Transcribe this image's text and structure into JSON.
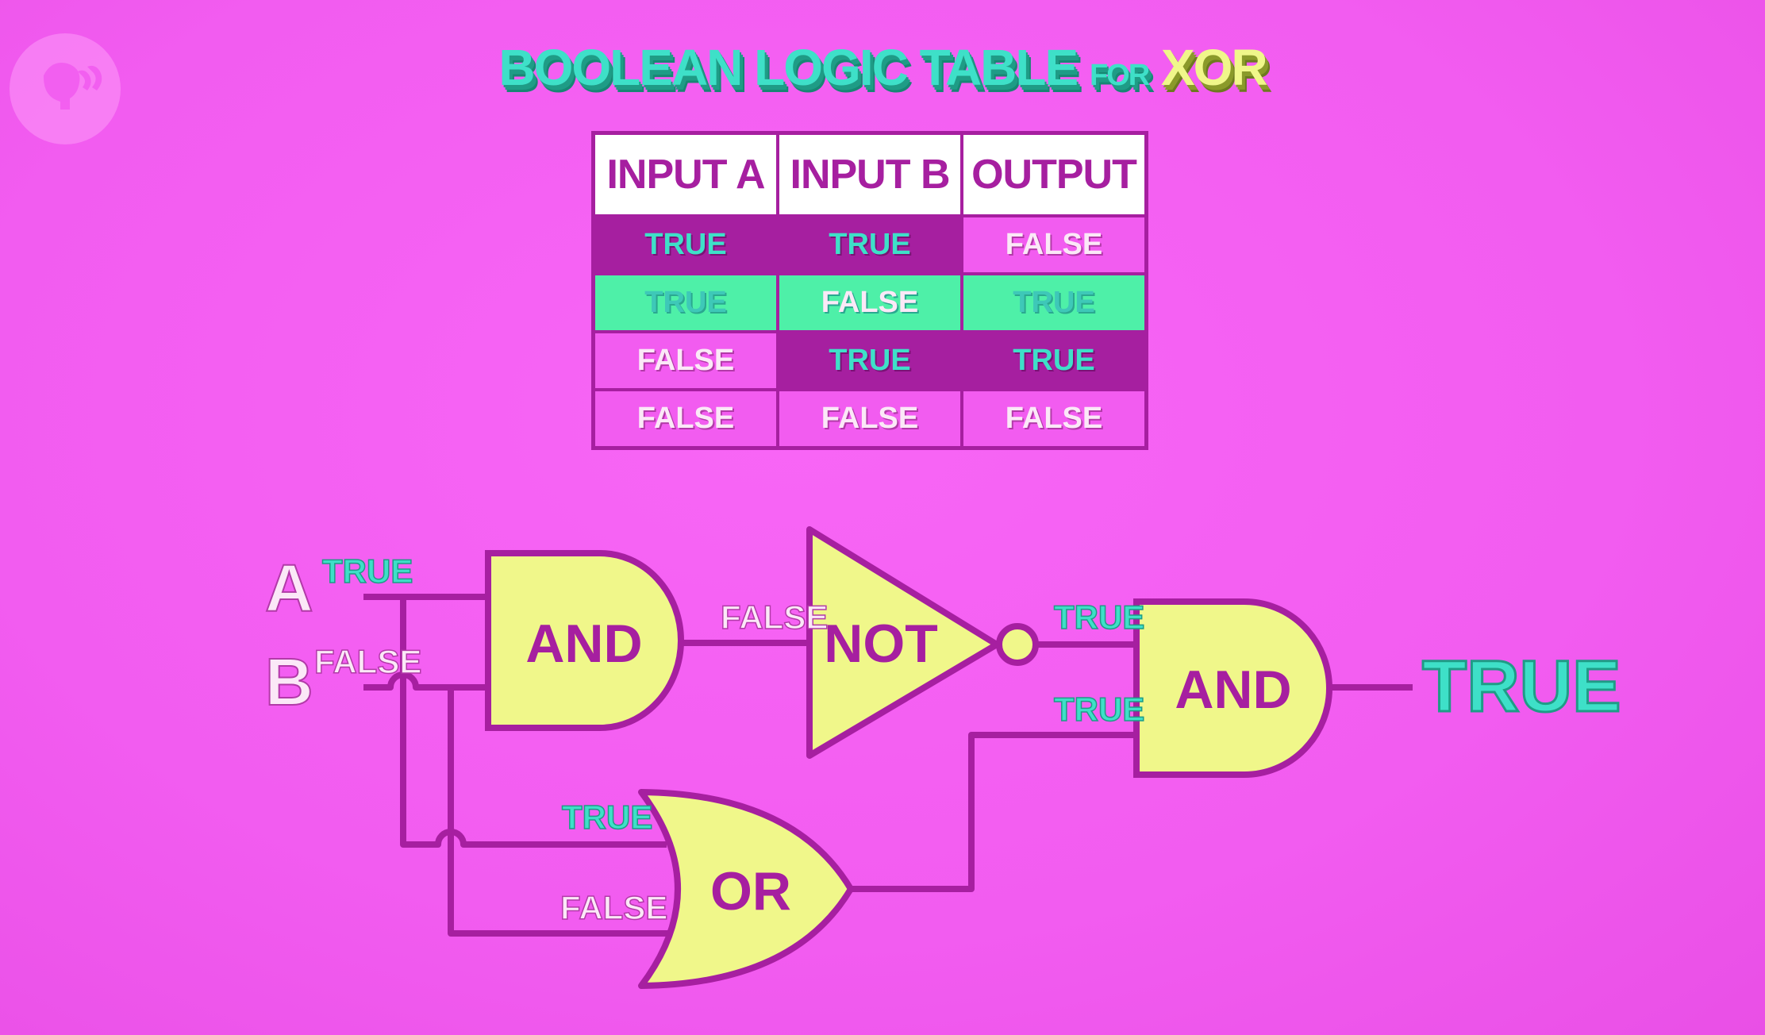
{
  "title": {
    "main": "BOOLEAN LOGIC TABLE",
    "for": "FOR",
    "xor": "XOR"
  },
  "table": {
    "headers": [
      "INPUT A",
      "INPUT B",
      "OUTPUT"
    ],
    "rows": [
      [
        "TRUE",
        "TRUE",
        "FALSE"
      ],
      [
        "TRUE",
        "FALSE",
        "TRUE"
      ],
      [
        "FALSE",
        "TRUE",
        "TRUE"
      ],
      [
        "FALSE",
        "FALSE",
        "FALSE"
      ]
    ]
  },
  "circuit": {
    "input_a": "A",
    "input_b": "B",
    "a_value": "TRUE",
    "b_value": "FALSE",
    "and1": "AND",
    "and1_out": "FALSE",
    "not": "NOT",
    "not_out": "TRUE",
    "or": "OR",
    "or_in_top": "TRUE",
    "or_in_bottom": "FALSE",
    "or_out": "TRUE",
    "and2": "AND",
    "output": "TRUE"
  },
  "colors": {
    "background": "#f25cf0",
    "wire": "#a61fa0",
    "gate_fill": "#f0f78a",
    "true_color": "#3ee0c8",
    "false_color": "#fbe8f7",
    "highlight": "#4ef0a8"
  }
}
